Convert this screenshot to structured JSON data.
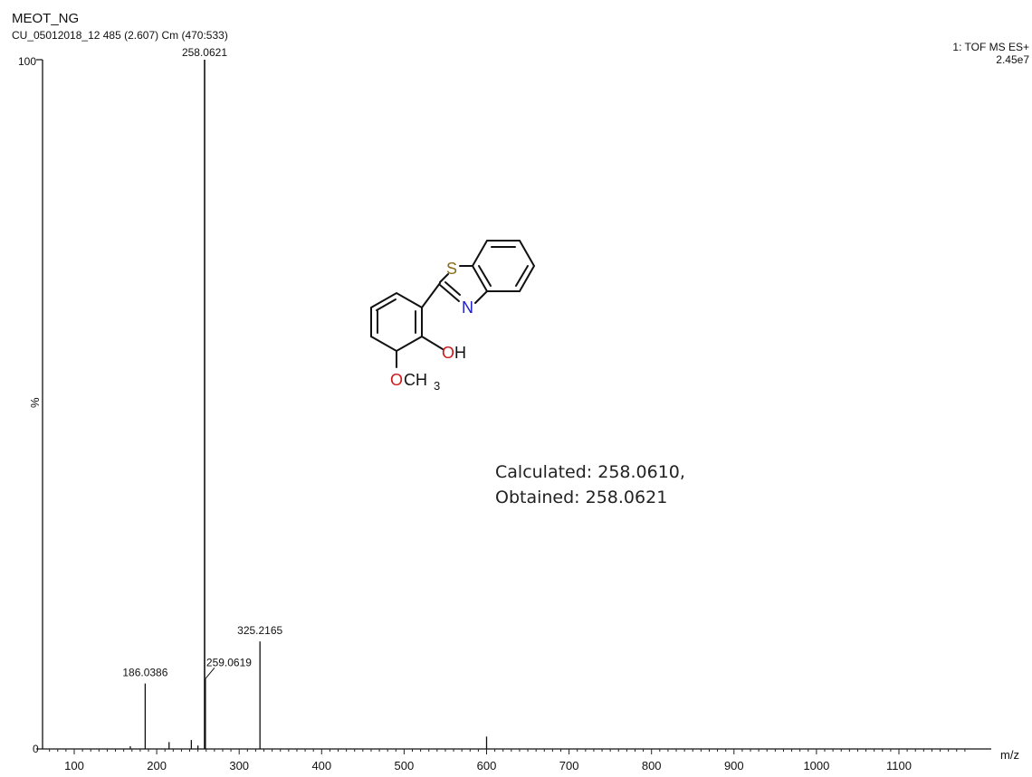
{
  "header": {
    "sample_name": "MEOT_NG",
    "scan_info": "CU_05012018_12 485 (2.607) Cm (470:533)",
    "instrument": "1: TOF MS ES+",
    "intensity": "2.45e7"
  },
  "annotation": {
    "calculated": "Calculated: 258.0610,",
    "obtained": "Obtained: 258.0621"
  },
  "structure": {
    "atom_s": "S",
    "atom_n": "N",
    "atom_o1": "O",
    "atom_h1": "H",
    "atom_o2": "O",
    "group_ch": "CH",
    "subscript_3": "3",
    "colors": {
      "sulfur": "#8a6d1a",
      "nitrogen": "#2020c8",
      "oxygen": "#d01818",
      "bond": "#111111"
    }
  },
  "chart_data": {
    "type": "bar",
    "title": "",
    "xlabel": "m/z",
    "ylabel": "%",
    "xlim": [
      55,
      1190
    ],
    "ylim": [
      0,
      100
    ],
    "x_ticks": [
      100,
      200,
      300,
      400,
      500,
      600,
      700,
      800,
      900,
      1000,
      1100
    ],
    "y_tick_labels": {
      "top": "100",
      "bottom": "0"
    },
    "grid": false,
    "peaks": [
      {
        "mz": 258.0621,
        "intensity": 100,
        "label": "258.0621"
      },
      {
        "mz": 325.2165,
        "intensity": 15.6,
        "label": "325.2165"
      },
      {
        "mz": 259.0619,
        "intensity": 10.2,
        "label": "259.0619"
      },
      {
        "mz": 186.0386,
        "intensity": 9.5,
        "label": "186.0386"
      },
      {
        "mz": 600,
        "intensity": 1.8,
        "label": ""
      },
      {
        "mz": 215,
        "intensity": 1.0,
        "label": ""
      },
      {
        "mz": 242,
        "intensity": 1.3,
        "label": ""
      },
      {
        "mz": 250,
        "intensity": 0.5,
        "label": ""
      },
      {
        "mz": 168,
        "intensity": 0.4,
        "label": ""
      }
    ]
  }
}
